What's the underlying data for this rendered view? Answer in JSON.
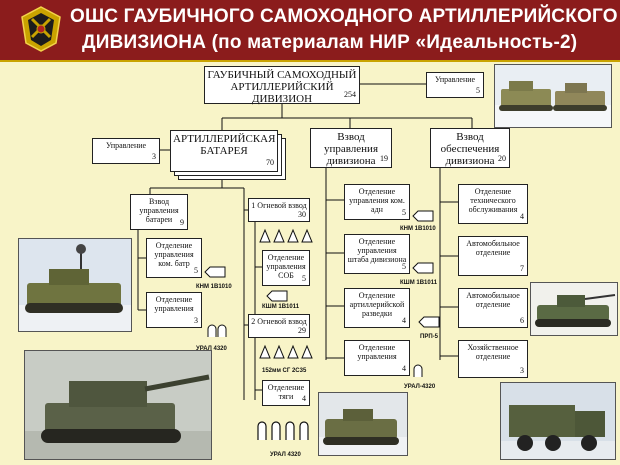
{
  "header": {
    "title_line1": "ОШС ГАУБИЧНОГО САМОХОДНОГО АРТИЛЛЕРИЙСКОГО",
    "title_line2": "ДИВИЗИОНА (по материалам НИР «Идеальность-2)"
  },
  "colors": {
    "header_bg": "#8b1c1c",
    "page_bg": "#f8f4c8",
    "gold": "#c9a300"
  },
  "root": {
    "label": "ГАУБИЧНЫЙ САМОХОДНЫЙ АРТИЛЛЕРИЙСКИЙ ДИВИЗИОН",
    "num": "254"
  },
  "root_mgmt": {
    "label": "Управление",
    "num": "5"
  },
  "battery": {
    "label": "АРТИЛЛЕРИЙСКАЯ БАТАРЕЯ",
    "num": "70"
  },
  "battery_mgmt": {
    "label": "Управление",
    "num": "3"
  },
  "ctrl_platoon": {
    "label": "Взвод управления дивизиона",
    "num": "19"
  },
  "support_platoon": {
    "label": "Взвод обеспечения дивизиона",
    "num": "20"
  },
  "bat_ctrl_platoon": {
    "label": "Взвод управления батареи",
    "num": "9"
  },
  "bat_ctrl_section": {
    "label": "Отделение управления ком. батр",
    "num": "5"
  },
  "bat_mgmt_section": {
    "label": "Отделение управления",
    "num": "3"
  },
  "fire1": {
    "label": "1 Огневой взвод",
    "num": "30"
  },
  "sob": {
    "label": "Отделение управления СОБ",
    "num": "5"
  },
  "fire2": {
    "label": "2 Огневой взвод",
    "num": "29"
  },
  "tow": {
    "label": "Отделение тяги",
    "num": "4"
  },
  "div_cmd_section": {
    "label": "Отделение управления ком. адн",
    "num": "5"
  },
  "staff_section": {
    "label": "Отделение управления штаба дивизиона",
    "num": "5"
  },
  "recon_section": {
    "label": "Отделение артиллерийской разведки",
    "num": "4"
  },
  "mgmt_section": {
    "label": "Отделение управления",
    "num": "4"
  },
  "tech_section": {
    "label": "Отделение технического обслуживания",
    "num": "4"
  },
  "auto1": {
    "label": "Автомобильное отделение",
    "num": "7"
  },
  "auto2": {
    "label": "Автомобильное отделение",
    "num": "6"
  },
  "household": {
    "label": "Хозяйственное отделение",
    "num": "3"
  },
  "vehicle_labels": {
    "knm_bat": "КНМ 1В1010",
    "kshm_sob": "КШМ 1В1011",
    "ural1": "УРАЛ 4320",
    "sg": "152мм СГ 2С35",
    "ural2": "УРАЛ 4320",
    "knm_div": "КНМ 1В1010",
    "kshm_staff": "КШМ 1В1011",
    "prp": "ПРП-5",
    "ural3": "УРАЛ-4320"
  }
}
